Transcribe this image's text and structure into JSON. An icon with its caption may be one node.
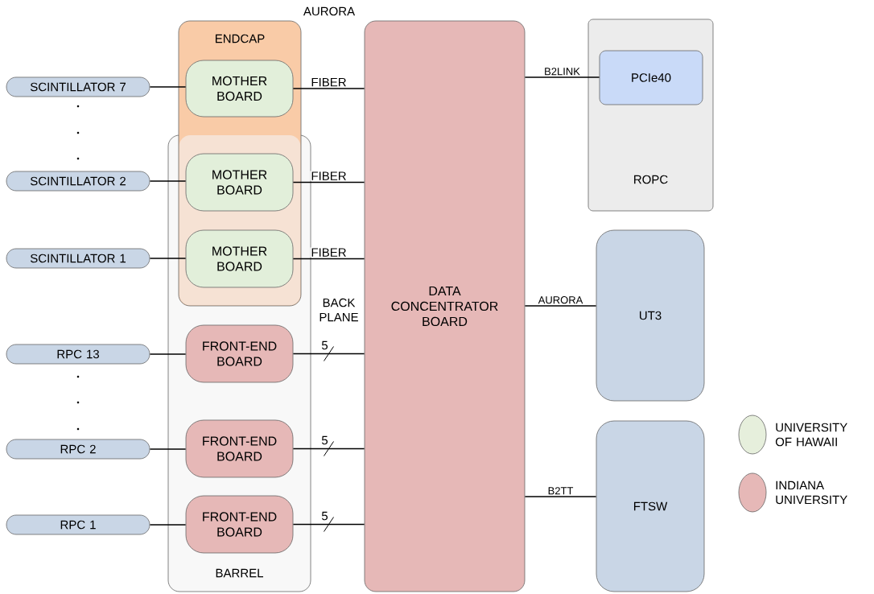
{
  "diagram": {
    "nodes": [
      {
        "text": [
          "ENDCAP"
        ]
      },
      {
        "text": [
          "BARREL"
        ]
      },
      {
        "text": [
          "SCINTILLATOR 7"
        ]
      },
      {
        "text": [
          "SCINTILLATOR 2"
        ]
      },
      {
        "text": [
          "SCINTILLATOR 1"
        ]
      },
      {
        "text": [
          "RPC 13"
        ]
      },
      {
        "text": [
          "RPC 2"
        ]
      },
      {
        "text": [
          "RPC 1"
        ]
      },
      {
        "text": [
          "MOTHER BOARD"
        ],
        "in": 0
      },
      {
        "text": [
          "MOTHER BOARD"
        ]
      },
      {
        "text": [
          "MOTHER BOARD"
        ]
      },
      {
        "text": [
          "FRONT-END BOARD"
        ],
        "in": 1
      },
      {
        "text": [
          "FRONT-END BOARD"
        ],
        "in": 1
      },
      {
        "text": [
          "FRONT-END BOARD"
        ],
        "in": 1
      },
      {
        "text": [
          "DATA CONCENTRATOR BOARD"
        ]
      },
      {
        "text": [
          "ROPC"
        ]
      },
      {
        "text": [
          "PCIe40"
        ],
        "in": 15
      },
      {
        "text": [
          "UT3"
        ]
      },
      {
        "text": [
          "FTSW"
        ]
      }
    ],
    "edges": [
      {
        "from": 2,
        "to": 8,
        "arrow": "none"
      },
      {
        "from": 3,
        "to": 9,
        "arrow": "none"
      },
      {
        "from": 4,
        "to": 10,
        "arrow": "none"
      },
      {
        "from": 5,
        "to": 11,
        "arrow": "none"
      },
      {
        "from": 6,
        "to": 12,
        "arrow": "none"
      },
      {
        "from": 7,
        "to": 13,
        "arrow": "none"
      },
      {
        "from": 8,
        "to": 14,
        "arrow": "none",
        "label": "FIBER"
      },
      {
        "from": 9,
        "to": 14,
        "arrow": "none",
        "label": "FIBER"
      },
      {
        "from": 10,
        "to": 14,
        "arrow": "none",
        "label": "FIBER"
      },
      {
        "from": 11,
        "to": 14,
        "arrow": "none",
        "label": "5"
      },
      {
        "from": 12,
        "to": 14,
        "arrow": "none",
        "label": "5"
      },
      {
        "from": 13,
        "to": 14,
        "arrow": "none",
        "label": "5"
      },
      {
        "from": 14,
        "to": 16,
        "arrow": "none",
        "label": "B2LINK"
      },
      {
        "from": 14,
        "to": 17,
        "arrow": "none",
        "label": "AURORA"
      },
      {
        "from": 14,
        "to": 18,
        "arrow": "none",
        "label": "B2TT"
      }
    ],
    "labels": [
      "AURORA",
      "BACK PLANE"
    ],
    "legend": [
      {
        "text": "UNIVERSITY OF HAWAII",
        "color": "#e6efdc"
      },
      {
        "text": "INDIANA UNIVERSITY",
        "color": "#e6b8b7"
      }
    ]
  }
}
